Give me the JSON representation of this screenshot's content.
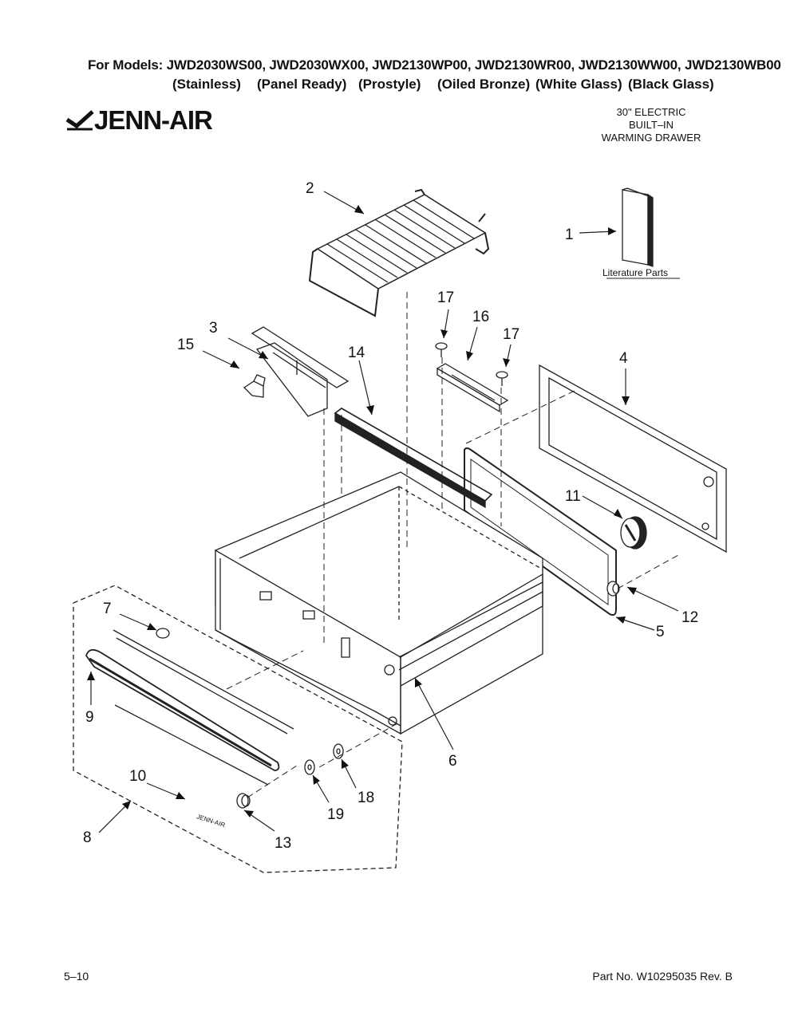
{
  "header": {
    "models": "For Models: JWD2030WS00, JWD2030WX00, JWD2130WP00, JWD2130WR00, JWD2130WW00, JWD2130WB00",
    "variants": [
      "(Stainless)",
      "(Panel Ready)",
      "(Prostyle)",
      "(Oiled Bronze)",
      "(White Glass)",
      "(Black Glass)"
    ],
    "brand": "JENN-AIR",
    "product_lines": [
      "30\" ELECTRIC",
      "BUILT–IN",
      "WARMING DRAWER"
    ]
  },
  "diagram": {
    "literature_label": "Literature Parts",
    "callouts": [
      "1",
      "2",
      "3",
      "4",
      "5",
      "6",
      "7",
      "8",
      "9",
      "10",
      "11",
      "12",
      "13",
      "14",
      "15",
      "16",
      "17",
      "17",
      "18",
      "19"
    ],
    "door_badge": "JENN-AIR"
  },
  "footer": {
    "page": "5–10",
    "part_no": "Part No. W10295035 Rev. B"
  }
}
